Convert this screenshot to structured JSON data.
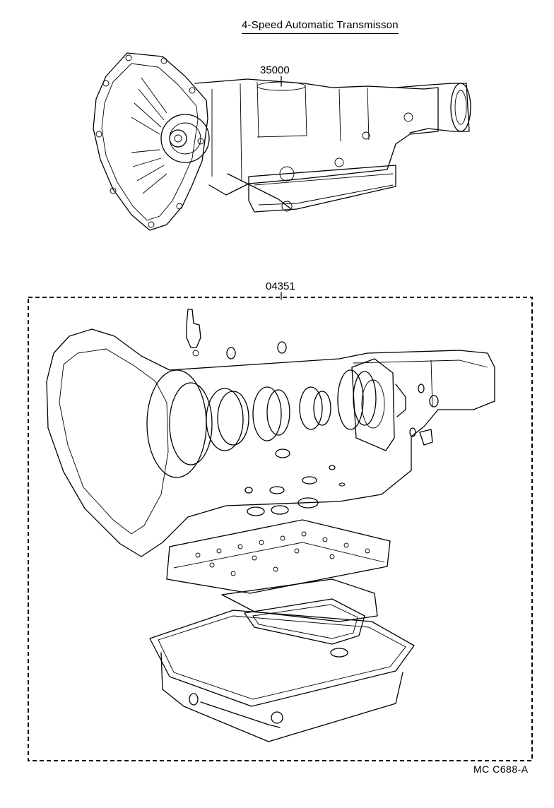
{
  "diagram": {
    "title": "4-Speed Automatic Transmisson",
    "parts": [
      {
        "number": "35000",
        "description_icon": "transmission-assembly-icon"
      },
      {
        "number": "04351",
        "description_icon": "overhaul-gasket-kit-icon"
      }
    ],
    "figure_code": "MC  C688-A"
  }
}
